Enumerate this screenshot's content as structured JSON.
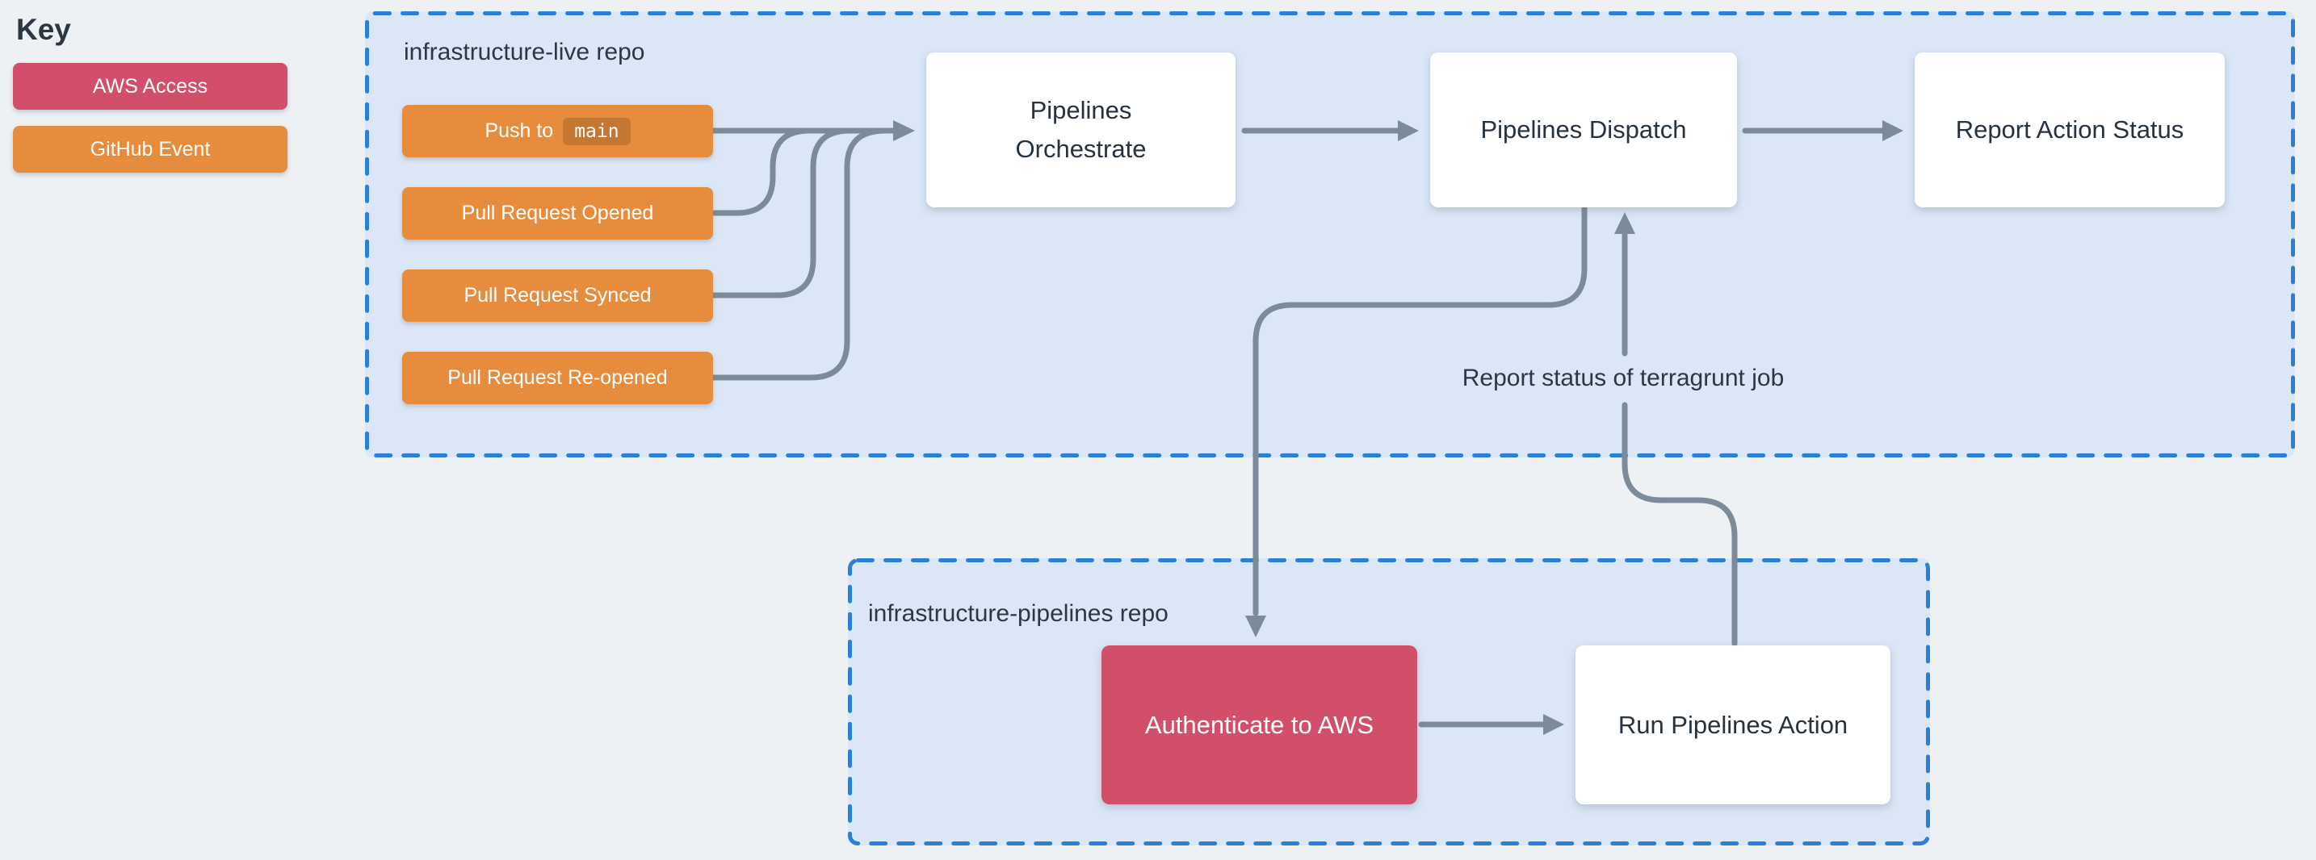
{
  "key": {
    "title": "Key",
    "items": [
      {
        "id": "aws-access",
        "label": "AWS Access",
        "color": "#d14f68"
      },
      {
        "id": "github-event",
        "label": "GitHub Event",
        "color": "#e78c3c"
      }
    ]
  },
  "live_repo": {
    "label": "infrastructure-live repo",
    "push_event": {
      "prefix": "Push to",
      "branch": "main"
    },
    "events": [
      "Pull Request Opened",
      "Pull Request Synced",
      "Pull Request Re-opened"
    ],
    "nodes": {
      "orchestrate": "Pipelines Orchestrate",
      "dispatch": "Pipelines Dispatch",
      "report": "Report Action Status"
    }
  },
  "pipelines_repo": {
    "label": "infrastructure-pipelines repo",
    "nodes": {
      "authenticate": "Authenticate to AWS",
      "run_action": "Run Pipelines Action"
    }
  },
  "annotations": {
    "terragrunt_status": "Report status of terragrunt job"
  },
  "colors": {
    "aws_access_red": "#d14f68",
    "github_event_orange": "#e78c3c",
    "branch_chip_orange": "#c47733",
    "container_fill_blue": "#dbe7f6",
    "container_border_blue": "#2b7fd6",
    "connector_gray": "#7c8b99",
    "text_dark": "#2b3844",
    "node_fill_white": "#ffffff",
    "page_background": "#eef1f4"
  }
}
